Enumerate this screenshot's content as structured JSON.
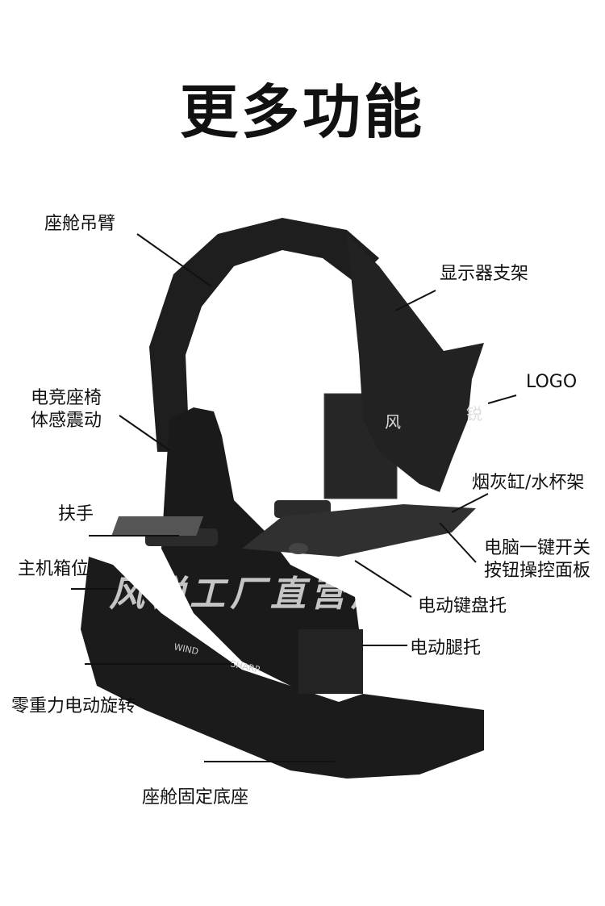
{
  "title": "更多功能",
  "labels": {
    "cockpit_arm": "座舱吊臂",
    "monitor_stand": "显示器支架",
    "logo": "LOGO",
    "chair_line1": "电竞座椅",
    "chair_line2": "体感震动",
    "ashtray": "烟灰缸/水杯架",
    "armrest": "扶手",
    "power_line1": "电脑一键开关",
    "power_line2": "按钮操控面板",
    "pc_case": "主机箱位",
    "keyboard_tray": "电动键盘托",
    "leg_rest": "电动腿托",
    "zero_gravity": "零重力电动旋转",
    "base": "座舱固定底座"
  },
  "product_marks": {
    "panel_char_1": "风",
    "panel_char_2": "锐",
    "brand_left": "WIND",
    "brand_right": "SHARP",
    "watermark": "风锐工厂直营店"
  },
  "colors": {
    "body": "#1c1c1c",
    "panel": "#2a2a2a",
    "text": "#111111",
    "background": "#ffffff"
  }
}
